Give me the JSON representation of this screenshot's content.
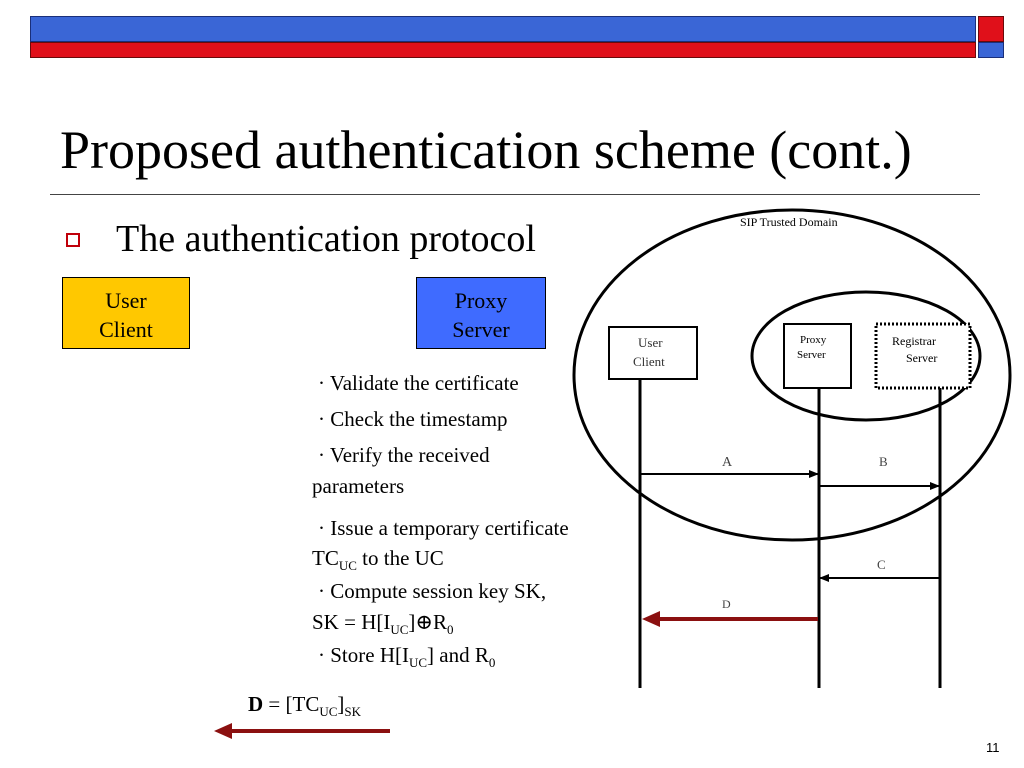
{
  "slide": {
    "title": "Proposed authentication scheme (cont.)",
    "bullet": "The authentication protocol",
    "page_number": "11"
  },
  "actors": {
    "user_client": "User Client",
    "proxy_server": "Proxy Server"
  },
  "steps": {
    "validate": "· Validate the certificate",
    "timestamp": "· Check the timestamp",
    "verify_1": "· Verify the received",
    "verify_2": "parameters",
    "issue_1": "· Issue a temporary certificate",
    "issue_2_tc": "TC",
    "issue_2_sub": "UC",
    "issue_2_rest": " to the UC",
    "compute_1": "· Compute session key SK,",
    "compute_2_a": "SK = H[I",
    "compute_2_sub": "UC",
    "compute_2_b": "]⊕R",
    "compute_2_sub0": "0",
    "store_a": "· Store H[I",
    "store_sub": "UC",
    "store_b": "] and R",
    "store_sub0": "0"
  },
  "message_d": {
    "bold": "D",
    "eq": " = [TC",
    "sub_uc": "UC",
    "close": "]",
    "sub_sk": "SK"
  },
  "diagram": {
    "domain_label": "SIP Trusted Domain",
    "user_client_1": "User",
    "user_client_2": "Client",
    "proxy_1": "Proxy",
    "proxy_2": "Server",
    "registrar_1": "Registrar",
    "registrar_2": "Server",
    "msg_a": "A",
    "msg_b": "B",
    "msg_c": "C",
    "msg_d": "D"
  },
  "colors": {
    "header_blue": "#3a66d6",
    "header_red": "#e0101a",
    "user_client_box": "#ffc800",
    "proxy_server_box": "#3f6bff",
    "arrow_d": "#8b1010"
  }
}
